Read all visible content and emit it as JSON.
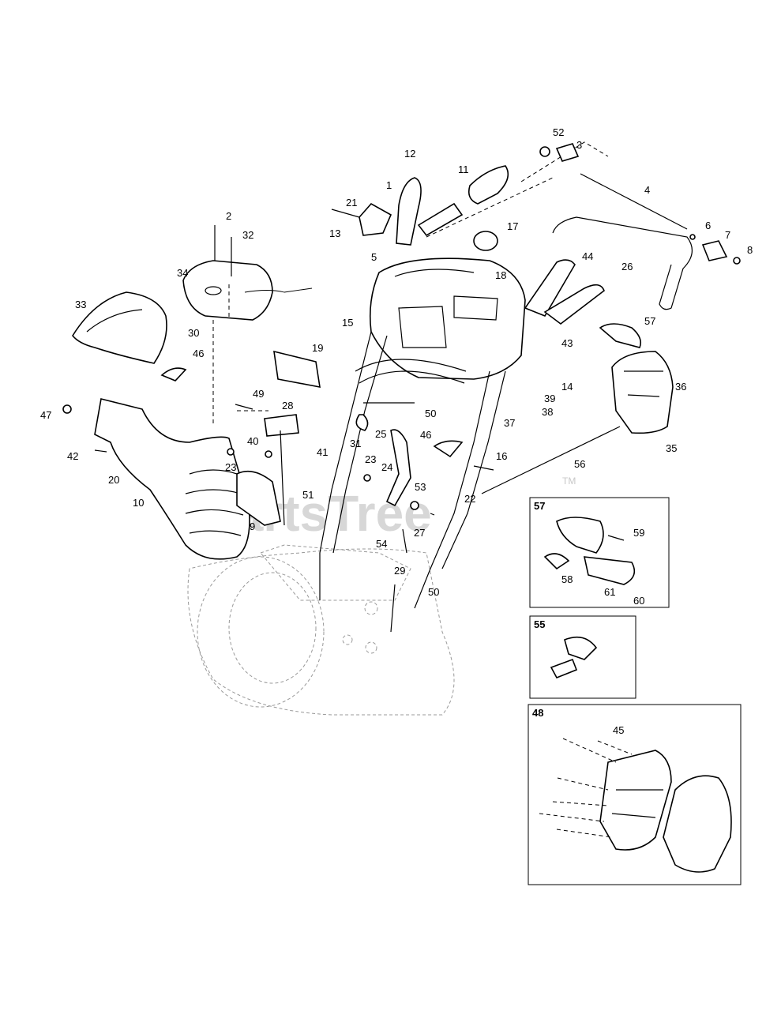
{
  "watermark": {
    "text": "PartsTree",
    "tm": "TM"
  },
  "callouts": [
    "52",
    "3",
    "12",
    "11",
    "1",
    "4",
    "21",
    "13",
    "17",
    "2",
    "32",
    "5",
    "18",
    "26",
    "6",
    "7",
    "8",
    "34",
    "44",
    "33",
    "15",
    "57",
    "30",
    "46",
    "43",
    "14",
    "19",
    "36",
    "49",
    "28",
    "39",
    "38",
    "47",
    "50",
    "37",
    "31",
    "25",
    "46",
    "35",
    "40",
    "41",
    "23",
    "24",
    "42",
    "20",
    "23",
    "16",
    "56",
    "53",
    "22",
    "9",
    "51",
    "10",
    "27",
    "54",
    "29",
    "50"
  ],
  "inset_boxes": [
    {
      "title": "57",
      "callouts": [
        "59",
        "58",
        "61",
        "60"
      ]
    },
    {
      "title": "55",
      "callouts": []
    },
    {
      "title": "48",
      "callouts": [
        "45"
      ]
    }
  ]
}
